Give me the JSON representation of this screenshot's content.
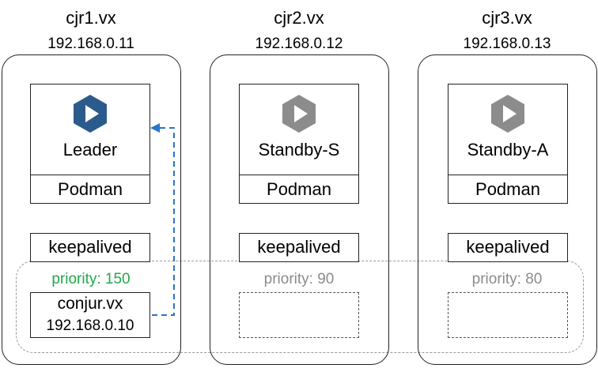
{
  "hosts": [
    {
      "name": "cjr1.vx",
      "ip": "192.168.0.11",
      "role": "Leader",
      "runtime": "Podman",
      "keepalived": "keepalived",
      "priority": "priority: 150",
      "vip_name": "conjur.vx",
      "vip_ip": "192.168.0.10"
    },
    {
      "name": "cjr2.vx",
      "ip": "192.168.0.12",
      "role": "Standby-S",
      "runtime": "Podman",
      "keepalived": "keepalived",
      "priority": "priority: 90"
    },
    {
      "name": "cjr3.vx",
      "ip": "192.168.0.13",
      "role": "Standby-A",
      "runtime": "Podman",
      "keepalived": "keepalived",
      "priority": "priority: 80"
    }
  ],
  "colors": {
    "leader_icon": "#2b5b8c",
    "standby_icon": "#8c8c8c",
    "active_priority": "#22a84a",
    "inactive_priority": "#8c8c8c",
    "arrow": "#2b74c7"
  },
  "icons": {
    "leader": "play-hexagon-icon",
    "standby": "play-hexagon-icon"
  }
}
